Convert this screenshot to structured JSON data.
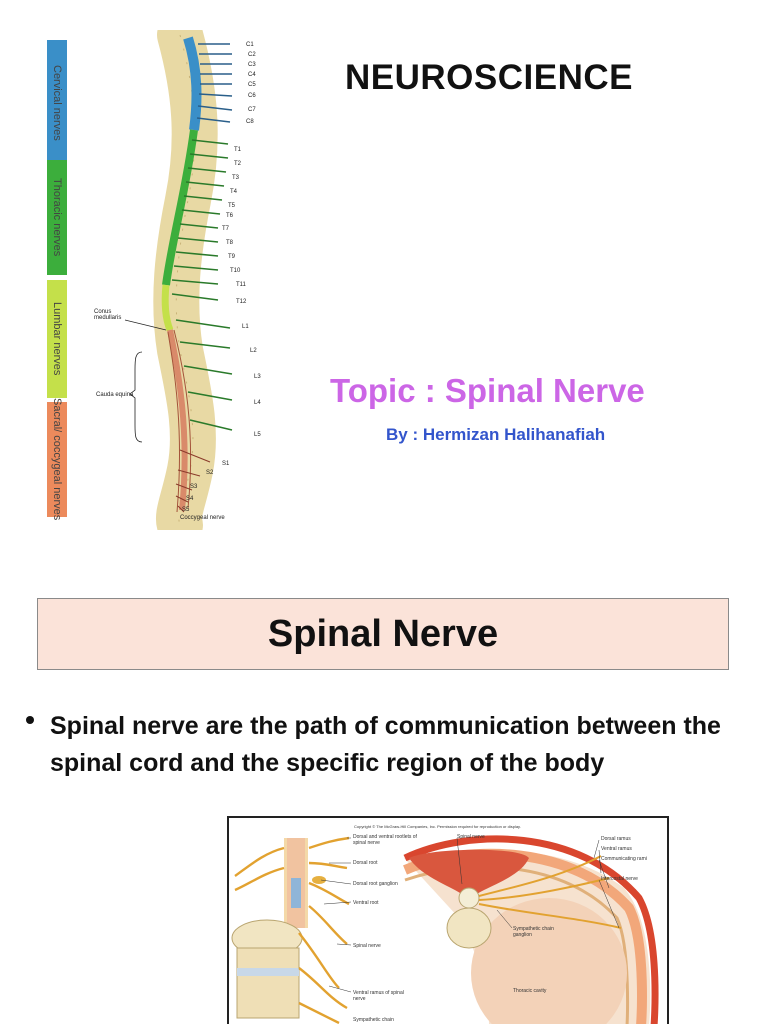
{
  "slide1": {
    "title": "NEUROSCIENCE",
    "topic": "Topic : Spinal Nerve",
    "author": "By : Hermizan Halihanafiah",
    "nerve_groups": [
      {
        "label": "Cervical nerves",
        "color": "#3a8fc8"
      },
      {
        "label": "Thoracic nerves",
        "color": "#3cae3c"
      },
      {
        "label": "Lumbar nerves",
        "color": "#c4e04a"
      },
      {
        "label": "Sacral/ coccygeal nerves",
        "color": "#ec8a5c"
      }
    ],
    "annotations": {
      "conus": "Conus\nmedullaris",
      "cauda": "Cauda equina",
      "coccygeal": "Coccygeal nerve"
    },
    "nerve_levels": {
      "cervical": [
        "C1",
        "C2",
        "C3",
        "C4",
        "C5",
        "C6",
        "C7",
        "C8"
      ],
      "thoracic": [
        "T1",
        "T2",
        "T3",
        "T4",
        "T5",
        "T6",
        "T7",
        "T8",
        "T9",
        "T10",
        "T11",
        "T12"
      ],
      "lumbar": [
        "L1",
        "L2",
        "L3",
        "L4",
        "L5"
      ],
      "sacral": [
        "S1",
        "S2",
        "S3",
        "S4",
        "S5"
      ]
    }
  },
  "slide2": {
    "title": "Spinal Nerve",
    "bullet": "Spinal nerve are the path of communication between the spinal cord and the specific region of the body",
    "figure": {
      "copyright": "Copyright © The McGraw-Hill Companies, Inc. Permission required for reproduction or display.",
      "labels_left": [
        "Dorsal and ventral rootlets of spinal nerve",
        "Dorsal root",
        "Dorsal root ganglion",
        "Ventral root",
        "Spinal nerve",
        "Ventral ramus of spinal nerve",
        "Sympathetic chain"
      ],
      "labels_mid": [
        "Spinal nerve",
        "Sympathetic chain ganglion",
        "Thoracic cavity"
      ],
      "labels_right": [
        "Dorsal ramus",
        "Ventral ramus",
        "Communicating rami",
        "Intercostal nerve"
      ]
    }
  }
}
